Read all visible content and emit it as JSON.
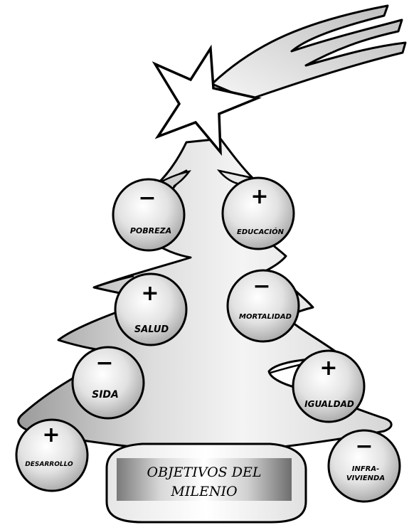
{
  "title": {
    "line1": "OBJETIVOS DEL",
    "line2": "MILENIO"
  },
  "ornaments": [
    {
      "id": "pobreza",
      "sign": "−",
      "label": "POBREZA"
    },
    {
      "id": "educacion",
      "sign": "+",
      "label": "EDUCACIÓN"
    },
    {
      "id": "salud",
      "sign": "+",
      "label": "SALUD"
    },
    {
      "id": "mortalidad",
      "sign": "−",
      "label": "MORTALIDAD"
    },
    {
      "id": "sida",
      "sign": "−",
      "label": "SIDA"
    },
    {
      "id": "igualdad",
      "sign": "+",
      "label": "IGUALDAD"
    },
    {
      "id": "desarrollo",
      "sign": "+",
      "label": "DESARROLLO"
    },
    {
      "id": "infravivienda",
      "sign": "−",
      "label_line1": "INFRA-",
      "label_line2": "VIVIENDA"
    }
  ],
  "colors": {
    "tree_light": "#f2f2f2",
    "tree_shade": "#9a9a9a",
    "outline": "#000000",
    "comet_tail": "#d0d0d0"
  }
}
